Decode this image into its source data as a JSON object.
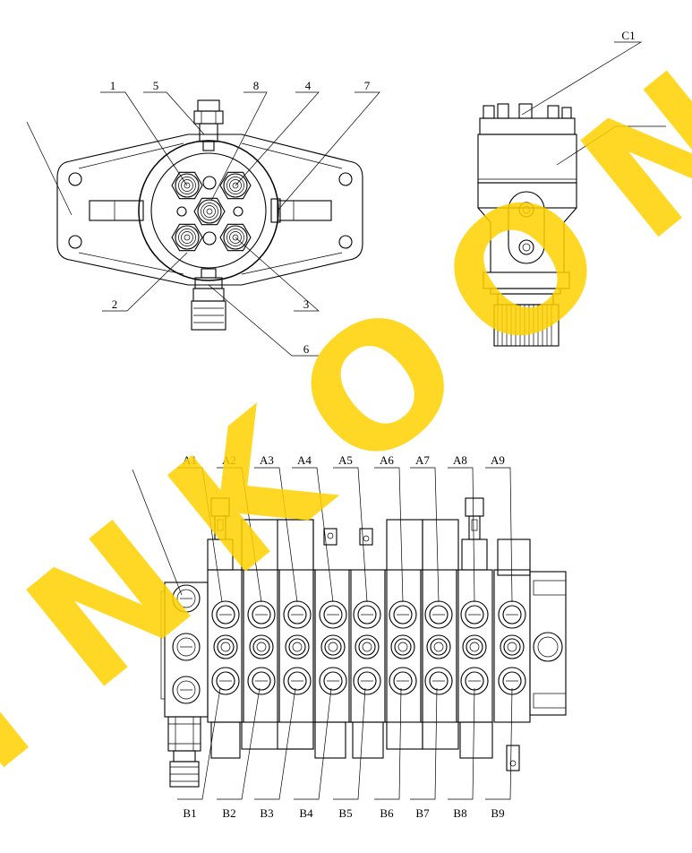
{
  "watermark": {
    "text": "TNKOON",
    "color": "#ffd200"
  },
  "front_view": {
    "callouts": [
      "1",
      "5",
      "8",
      "4",
      "7",
      "2",
      "3",
      "6"
    ]
  },
  "side_view": {
    "callouts": [
      "C1"
    ]
  },
  "valve_bank": {
    "top_callouts": [
      "A1",
      "A2",
      "A3",
      "A4",
      "A5",
      "A6",
      "A7",
      "A8",
      "A9"
    ],
    "bottom_callouts": [
      "B1",
      "B2",
      "B3",
      "B4",
      "B5",
      "B6",
      "B7",
      "B8",
      "B9"
    ]
  }
}
